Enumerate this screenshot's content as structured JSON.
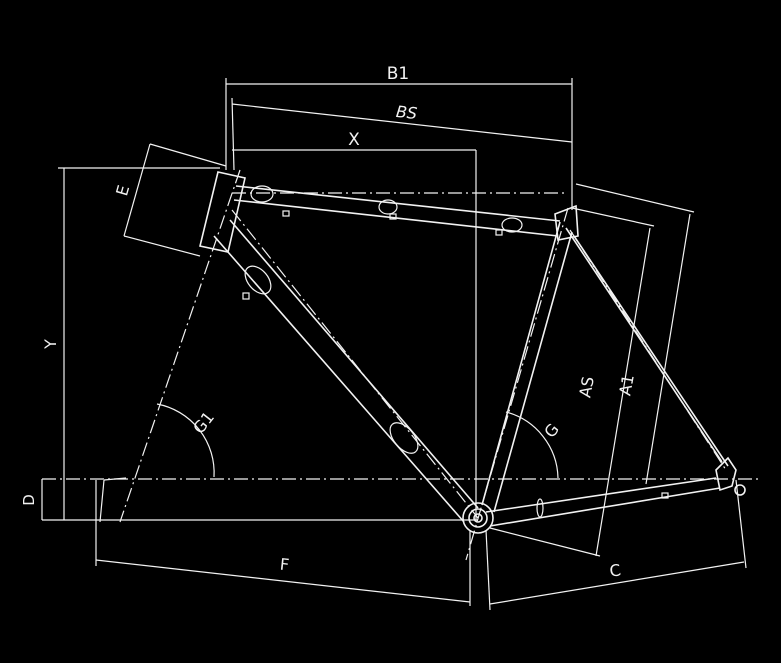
{
  "diagram": {
    "labels": {
      "b1": "B1",
      "bs": "BS",
      "x": "X",
      "e": "E",
      "y": "Y",
      "d": "D",
      "g1": "G1",
      "g": "G",
      "as": "AS",
      "a1": "A1",
      "f": "F",
      "c": "C"
    },
    "colors": {
      "background": "#000000",
      "lines": "#f2f2f2"
    }
  }
}
